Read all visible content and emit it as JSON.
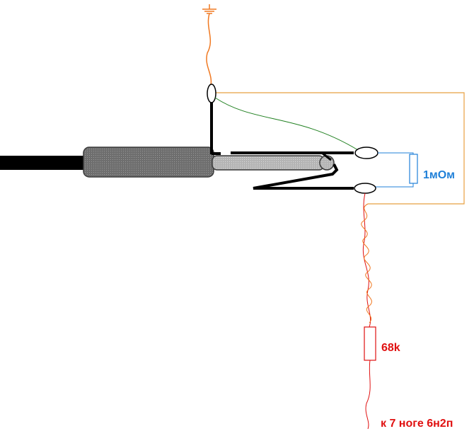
{
  "labels": {
    "resistor_1mohm": "1мОм",
    "resistor_68k": "68k",
    "destination": "к 7 ноге 6н2п"
  },
  "colors": {
    "ground_wire": "#f07820",
    "signal_wire": "#e01010",
    "green_wire": "#208020",
    "blue_resistor": "#2080d8",
    "orange_box": "#e8a040",
    "plug_body": "#707070",
    "plug_sleeve": "#b8b8b8",
    "cable": "#000000"
  },
  "icons": {
    "ground": "ground-symbol-icon"
  }
}
